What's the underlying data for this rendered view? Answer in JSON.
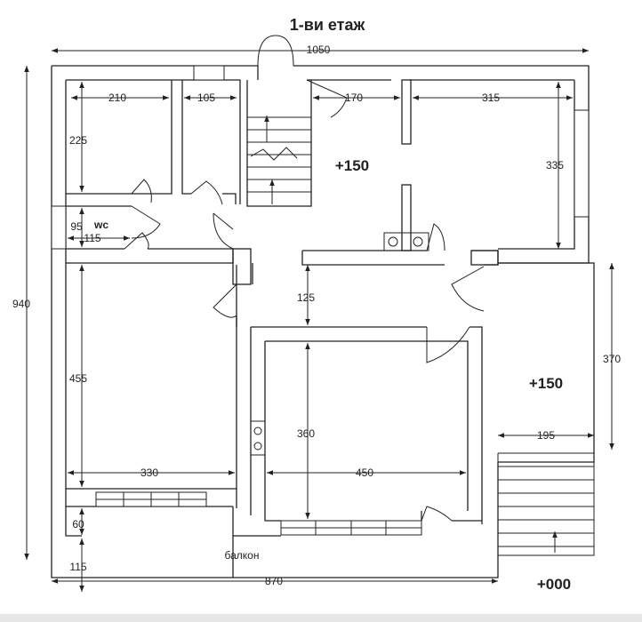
{
  "title": "1-ви етаж",
  "dimensions": {
    "total_width": "1050",
    "total_height": "940",
    "room_tl_w": "210",
    "room_tl_h": "225",
    "room_small_w": "105",
    "stair_w": "170",
    "room_tr_w": "315",
    "room_tr_h": "335",
    "wc_h": "95",
    "wc_w": "115",
    "corridor_h": "125",
    "room_bl_h": "455",
    "room_bl_w": "330",
    "room_bc_h": "360",
    "room_bc_w": "450",
    "terrace_h": "370",
    "terrace_w": "195",
    "balcony_h1": "60",
    "balcony_h2": "115",
    "balcony_w": "870"
  },
  "levels": {
    "upper": "+150",
    "terrace": "+150",
    "ground": "+000"
  },
  "rooms": {
    "wc": "wc",
    "balcony": "балкон"
  }
}
